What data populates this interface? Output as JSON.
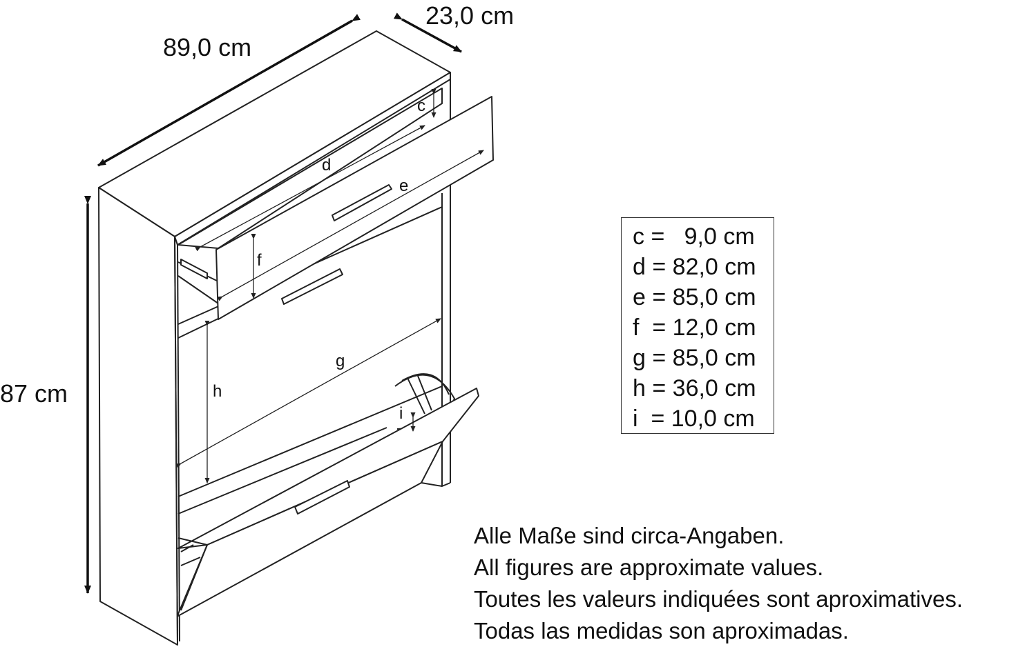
{
  "dimensions": {
    "width": "89,0 cm",
    "depth": "23,0 cm",
    "height": "87 cm"
  },
  "part_letters": {
    "c": "c",
    "d": "d",
    "e": "e",
    "f": "f",
    "g": "g",
    "h": "h",
    "i": "i"
  },
  "legend": [
    "c =   9,0 cm",
    "d = 82,0 cm",
    "e = 85,0 cm",
    "f  = 12,0 cm",
    "g = 85,0 cm",
    "h = 36,0 cm",
    "i  = 10,0 cm"
  ],
  "notes": [
    "Alle Maße sind circa-Angaben.",
    "All figures are approximate values.",
    "Toutes les valeurs indiquées sont aproximatives.",
    "Todas las medidas son aproximadas."
  ]
}
